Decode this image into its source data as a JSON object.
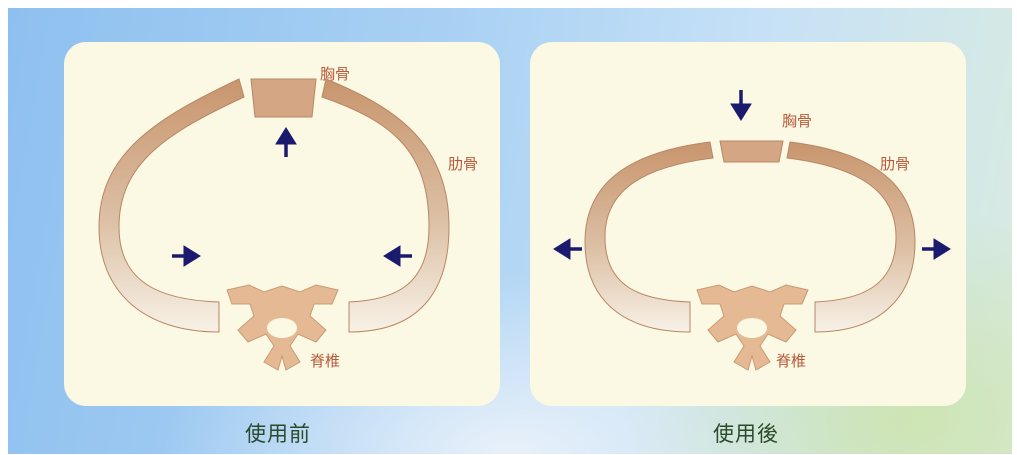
{
  "panels": [
    {
      "caption": "使用前",
      "labels": {
        "sternum": "胸骨",
        "ribs": "肋骨",
        "spine": "脊椎"
      }
    },
    {
      "caption": "使用後",
      "labels": {
        "sternum": "胸骨",
        "ribs": "肋骨",
        "spine": "脊椎"
      }
    }
  ],
  "colors": {
    "panel_bg": "#fbf9e3",
    "bone": "#d4a683",
    "bone_light": "#f7f1e6",
    "label_text": "#b85a3c",
    "arrow": "#1a1a6e",
    "caption_text": "#2b4a2b"
  },
  "arrows": {
    "before": [
      "up",
      "right",
      "left"
    ],
    "after": [
      "down",
      "left",
      "right"
    ]
  }
}
